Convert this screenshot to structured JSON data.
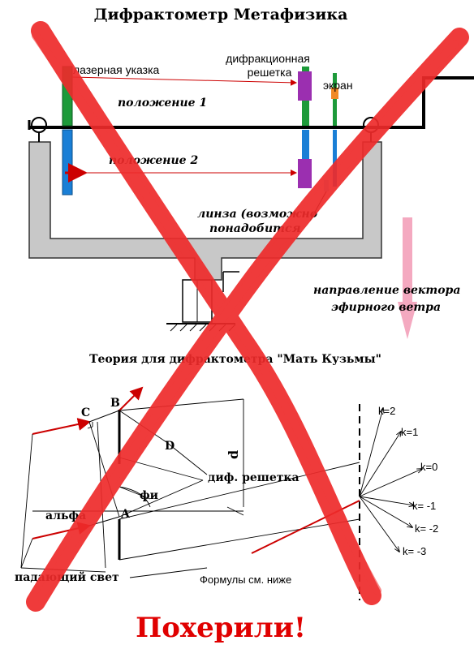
{
  "title": "Дифрактометр Метафизика",
  "top_diagram": {
    "laser_label": "лазерная указка",
    "grating_label_line1": "дифракционная",
    "grating_label_line2": "решетка",
    "screen_label": "экран",
    "position1_label": "положение 1",
    "position2_label": "положение 2",
    "lens_label_line1": "линза (возможно",
    "lens_label_line2": "понадобится",
    "wind_label_line1": "направление вектора",
    "wind_label_line2": "эфирного ветра"
  },
  "theory": {
    "title": "Теория для дифрактометра \"Мать Кузьмы\"",
    "point_labels": {
      "B": "B",
      "C": "C",
      "D": "D",
      "A": "A"
    },
    "d_label": "d",
    "phi_label": "фи",
    "alpha_label": "альфа",
    "grating_label": "диф. решетка",
    "incident_light_label": "падающий свет",
    "formulas_label": "Формулы см. ниже",
    "orders": [
      "k=2",
      "k=1",
      "k=0",
      "k= -1",
      "k= -2",
      "k= -3"
    ]
  },
  "verdict": "Похерили!",
  "colors": {
    "cross_red": "#ee2b2b",
    "verdict_red": "#e00000",
    "laser_beam": "#cc0000",
    "violet": "#9b2fb0",
    "green": "#1d9a3a",
    "blue": "#1a7fd6",
    "frame_gray": "#c8c8c8",
    "wind_pink": "#f4a9c0"
  }
}
